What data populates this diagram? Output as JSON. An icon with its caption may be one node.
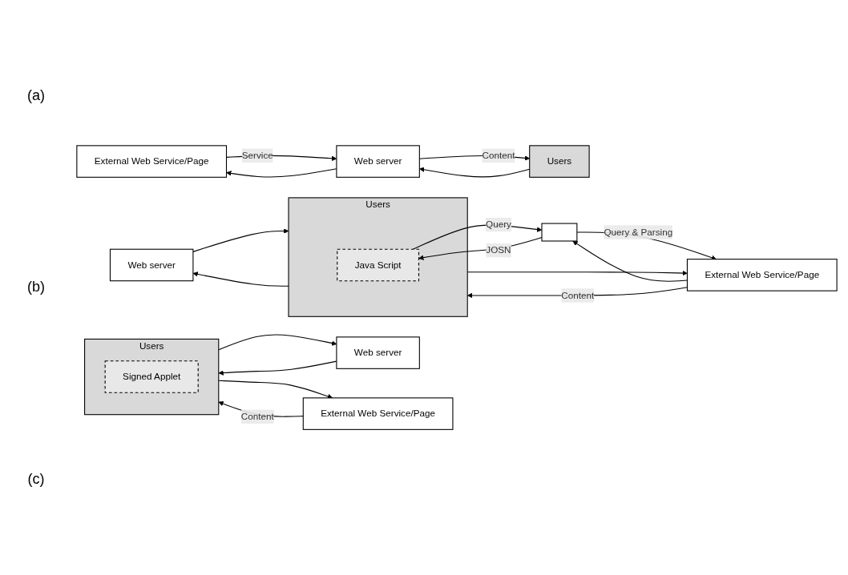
{
  "diagram": {
    "nodes": [
      {
        "text": [
          "External Web Service/Page"
        ]
      },
      {
        "text": [
          "Web server"
        ]
      },
      {
        "text": [
          "Users"
        ]
      },
      {
        "text": [
          "Web server"
        ]
      },
      {
        "text": [
          "Users"
        ]
      },
      {
        "text": [
          "Java Script"
        ],
        "in": 4
      },
      {
        "text": [],
        "shape": "box"
      },
      {
        "text": [
          "External Web Service/Page"
        ]
      },
      {
        "text": [
          "Web server"
        ]
      },
      {
        "text": [
          "Users"
        ]
      },
      {
        "text": [
          "Signed Applet"
        ],
        "in": 9
      },
      {
        "text": [
          "External Web Service/Page"
        ]
      }
    ],
    "edges": [
      {
        "from": 1,
        "to": 0,
        "arrow": "to"
      },
      {
        "from": 0,
        "to": 1,
        "arrow": "to",
        "label": "Service"
      },
      {
        "from": 2,
        "to": 1,
        "arrow": "to"
      },
      {
        "from": 1,
        "to": 2,
        "arrow": "to",
        "label": "Content"
      },
      {
        "from": 3,
        "to": 4,
        "arrow": "to"
      },
      {
        "from": 4,
        "to": 3,
        "arrow": "to"
      },
      {
        "from": 5,
        "to": 6,
        "arrow": "to",
        "label": "Query"
      },
      {
        "from": 6,
        "to": 5,
        "arrow": "to",
        "label": "JOSN"
      },
      {
        "from": 6,
        "to": 7,
        "arrow": "to",
        "label": "Query & Parsing"
      },
      {
        "from": 7,
        "to": 6,
        "arrow": "to"
      },
      {
        "from": 4,
        "to": 7,
        "arrow": "to"
      },
      {
        "from": 7,
        "to": 4,
        "arrow": "to",
        "label": "Content"
      },
      {
        "from": 8,
        "to": 9,
        "arrow": "to"
      },
      {
        "from": 9,
        "to": 8,
        "arrow": "to"
      },
      {
        "from": 11,
        "to": 9,
        "arrow": "to",
        "label": "Content"
      },
      {
        "from": 9,
        "to": 11,
        "arrow": "to"
      }
    ],
    "labels": [
      "(a)",
      "(b)",
      "(c)"
    ]
  }
}
